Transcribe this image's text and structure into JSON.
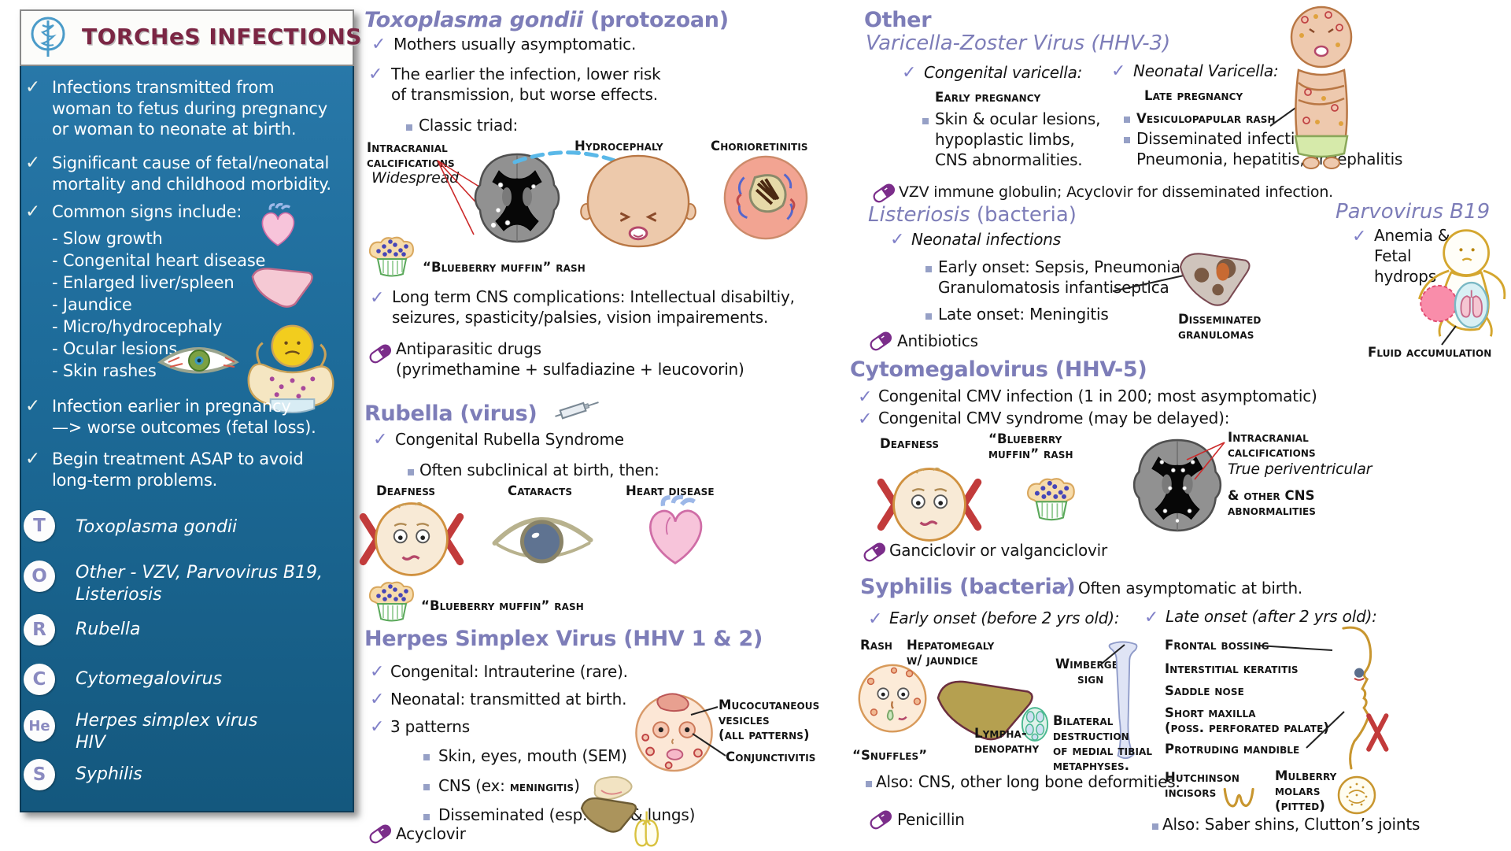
{
  "palette": {
    "sidebar_blue": "#1d6b99",
    "title_maroon": "#7b2644",
    "heading_purple": "#7d7db8",
    "check_purple": "#8080c8",
    "pill_purple": "#7b2d8a",
    "red_x": "#c23b3b"
  },
  "sidebar": {
    "title": "TORCHeS INFECTIONS",
    "b1": "Infections transmitted from\nwoman to fetus during pregnancy\nor woman to neonate at birth.",
    "b2": "Significant cause of fetal/neonatal\nmortality and childhood morbidity.",
    "b3": "Common signs include:",
    "signs": [
      "- Slow growth",
      "- Congenital heart disease",
      "- Enlarged liver/spleen",
      "- Jaundice",
      "- Micro/hydrocephaly",
      "- Ocular lesions",
      "- Skin rashes"
    ],
    "b4": "Infection earlier in pregnancy\n—> worse outcomes (fetal loss).",
    "b5": "Begin treatment ASAP to avoid\nlong-term problems.",
    "mnemonic": [
      {
        "letter": "T",
        "label": "Toxoplasma gondii"
      },
      {
        "letter": "O",
        "label": "Other - VZV, Parvovirus B19,\nListeriosis"
      },
      {
        "letter": "R",
        "label": "Rubella"
      },
      {
        "letter": "C",
        "label": "Cytomegalovirus"
      },
      {
        "letter": "He",
        "label": "Herpes simplex virus\nHIV"
      },
      {
        "letter": "S",
        "label": "Syphilis"
      }
    ]
  },
  "toxoplasma": {
    "title": "Toxoplasma gondii",
    "subtitle": "(protozoan)",
    "p1": "Mothers usually asymptomatic.",
    "p2": "The earlier the infection, lower risk\nof transmission, but worse effects.",
    "triad_label": "Classic triad:",
    "label_calcifications": "Intracranial\ncalcifications",
    "label_calcifications_note": "Widespread",
    "label_hydrocephaly": "Hydrocephaly",
    "label_chorioretinitis": "Chorioretinitis",
    "muffin_label": "“Blueberry muffin” rash",
    "p3": "Long term CNS complications: Intellectual disabiltiy,\nseizures, spasticity/palsies, vision impairements.",
    "rx": "Antiparasitic drugs\n(pyrimethamine + sulfadiazine + leucovorin)"
  },
  "rubella": {
    "title": "Rubella",
    "subtitle": "(virus)",
    "p1": "Congenital Rubella Syndrome",
    "p2": "Often subclinical at birth, then:",
    "label_deafness": "Deafness",
    "label_cataracts": "Cataracts",
    "label_heart": "Heart disease",
    "muffin_label": "“Blueberry muffin” rash"
  },
  "hsv": {
    "title": "Herpes Simplex Virus (HHV 1 & 2)",
    "p1": "Congenital: Intrauterine (rare).",
    "p2": "Neonatal: transmitted at birth.",
    "p3": "3 patterns",
    "pattern1": "Skin, eyes, mouth (SEM)",
    "pattern2_prefix": "CNS (ex: ",
    "pattern2_caps": "meningitis",
    "pattern2_suffix": ")",
    "pattern3": "Disseminated (esp. liver & lungs)",
    "rx": "Acyclovir",
    "label_vesicles": "Mucocutaneous\nvesicles\n(all patterns)",
    "label_conjunctivitis": "Conjunctivitis"
  },
  "other_vzv": {
    "title": "Other",
    "subtitle": "Varicella-Zoster Virus (HHV-3)",
    "congenital_title": "Congenital varicella:",
    "congenital_stage": "Early pregnancy",
    "congenital_b1": "Skin & ocular lesions,\nhypoplastic limbs,\nCNS abnormalities.",
    "neonatal_title": "Neonatal Varicella:",
    "neonatal_stage": "Late pregnancy",
    "neonatal_b1": "Vesiculopapular rash",
    "neonatal_b2": "Disseminated infection:\nPneumonia, hepatitis, encephalitis",
    "rx": "VZV immune globulin; Acyclovir for disseminated infection."
  },
  "listeriosis": {
    "title": "Listeriosis",
    "subtitle": " (bacteria)",
    "p1": "Neonatal infections",
    "b1": "Early onset: Sepsis, Pneumonia,\nGranulomatosis infantiseptica",
    "b2": "Late onset: Meningitis",
    "rx": "Antibiotics",
    "label_granulomas": "Disseminated\ngranulomas"
  },
  "parvovirus": {
    "title": "Parvovirus B19",
    "p1": "Anemia &\nFetal\nhydrops",
    "label_fluid": "Fluid accumulation"
  },
  "cmv": {
    "title": "Cytomegalovirus (HHV-5)",
    "p1": "Congenital CMV infection (1 in 200; most asymptomatic)",
    "p2": "Congenital CMV syndrome (may be delayed):",
    "label_deafness": "Deafness",
    "label_muffin": "“Blueberry\nmuffin” rash",
    "label_calcifications": "Intracranial\ncalcifications",
    "label_calcifications_note": "True periventricular",
    "label_cns": "& other CNS\nabnormalities",
    "rx": "Ganciclovir or valganciclovir"
  },
  "syphilis": {
    "title": "Syphilis (bacteria)",
    "p0": "Often asymptomatic at birth.",
    "early_title": "Early onset (before 2 yrs old):",
    "late_title": "Late onset (after 2 yrs old):",
    "label_rash": "Rash",
    "label_hepatomegaly": "Hepatomegaly\nw/ jaundice",
    "label_snuffles": "“Snuffles”",
    "label_lymphadenopathy": "Lympha-\ndenopathy",
    "label_wimberger": "Wimberger\nsign",
    "label_bilateral": "Bilateral\ndestruction\nof medial tibial\nmetaphyses.",
    "early_also": "Also: CNS, other long bone deformities.",
    "rx": "Penicillin",
    "late_items": [
      "Frontal bossing",
      "Interstitial keratitis",
      "Saddle nose",
      "Short maxilla\n(poss. perforated palate)",
      "Protruding mandible",
      "Hutchinson\nincisors",
      "Mulberry\nmolars\n(pitted)"
    ],
    "late_also": "Also: Saber shins, Clutton’s joints"
  }
}
